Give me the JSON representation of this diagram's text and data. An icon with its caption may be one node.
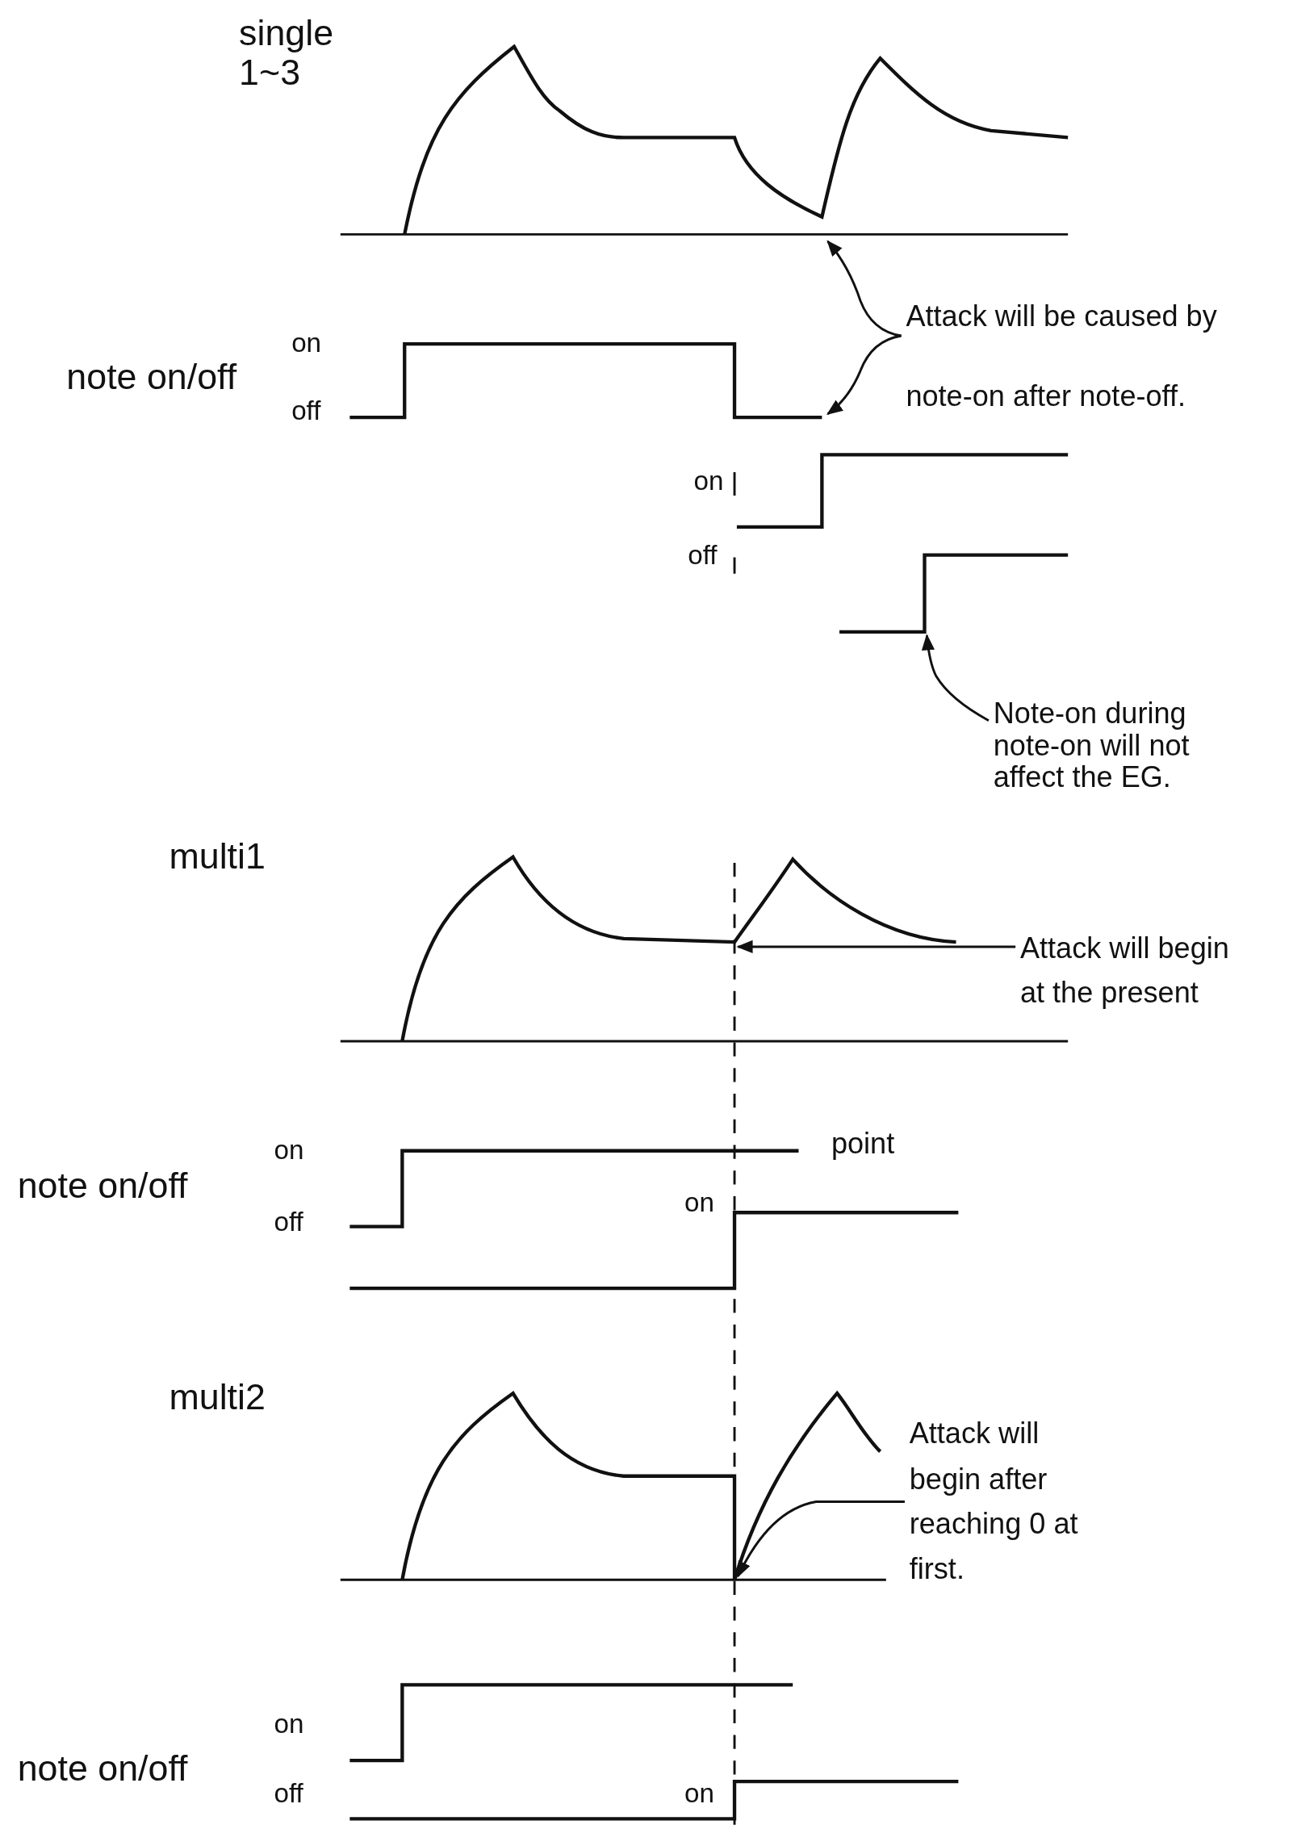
{
  "diagram": {
    "nodes": [
      {
        "text": [
          "Attack will be caused by note-on after note-off."
        ]
      },
      {
        "text": [
          "Note-on during note-on will not affect the EG."
        ]
      },
      {
        "text": [
          "Attack will begin at the present"
        ]
      },
      {
        "text": [
          "Attack will begin after reaching 0 at first."
        ]
      },
      {
        "text": [],
        "shape": "line"
      },
      {
        "text": [],
        "shape": "line"
      },
      {
        "text": [],
        "shape": "line"
      },
      {
        "text": [],
        "shape": "line"
      },
      {
        "text": [],
        "shape": "line"
      }
    ],
    "edges": [
      {
        "from": 0,
        "to": 4,
        "arrow": "to"
      },
      {
        "from": 0,
        "to": 5,
        "arrow": "to"
      },
      {
        "from": 1,
        "to": 6,
        "arrow": "to"
      },
      {
        "from": 2,
        "to": 7,
        "arrow": "to"
      },
      {
        "from": 3,
        "to": 8,
        "arrow": "to"
      }
    ],
    "labels": [
      "single 1~3",
      "on",
      "note on/off",
      "off",
      "on",
      "off",
      "multi1",
      "on",
      "point",
      "note on/off",
      "on",
      "off",
      "multi2",
      "on",
      "note on/off",
      "off",
      "on"
    ]
  }
}
